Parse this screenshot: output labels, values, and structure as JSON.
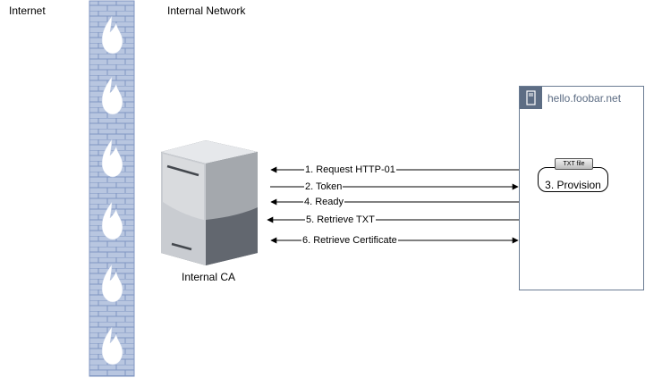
{
  "zones": {
    "internet": "Internet",
    "internal": "Internal Network"
  },
  "server": {
    "label": "Internal CA"
  },
  "host": {
    "title": "hello.foobar.net",
    "provision": "3. Provision",
    "file": "TXT file"
  },
  "arrows": [
    {
      "label": "1. Request HTTP-01",
      "direction": "to-ca"
    },
    {
      "label": "2. Token",
      "direction": "to-host"
    },
    {
      "label": "4. Ready",
      "direction": "to-ca"
    },
    {
      "label": "5. Retrieve TXT",
      "direction": "to-ca"
    },
    {
      "label": "6. Retrieve Certificate",
      "direction": "both"
    }
  ],
  "colors": {
    "wall": "#b8c6e0",
    "brick_line": "#7f96c2",
    "flame": "#ffffff",
    "host_border": "#6b7c93",
    "server_dark": "#5a6068"
  }
}
